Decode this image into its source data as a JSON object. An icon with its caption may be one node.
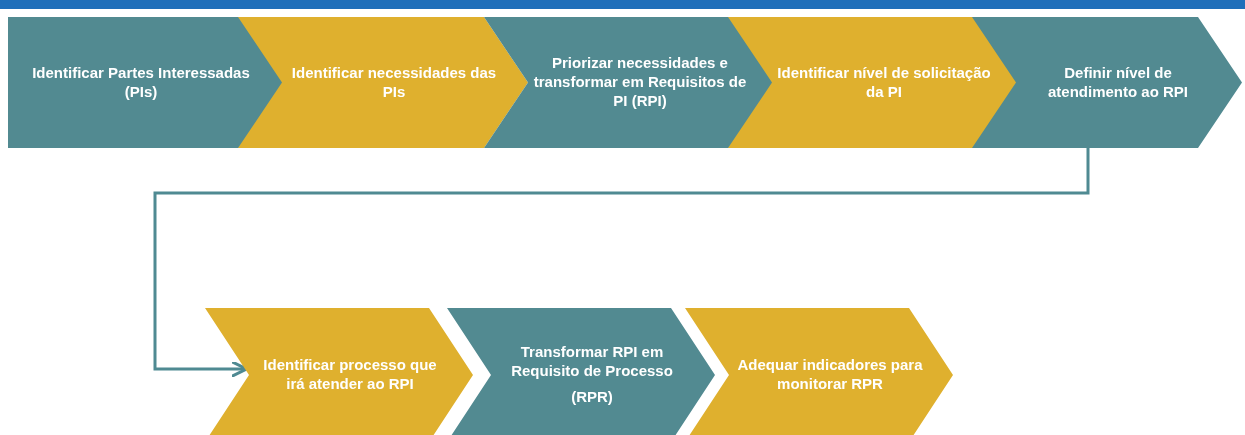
{
  "diagram": {
    "nodes": [
      {
        "text": [
          "Identificar Partes Interessadas (PIs)"
        ]
      },
      {
        "text": [
          "Identificar necessidades das PIs"
        ]
      },
      {
        "text": [
          "Priorizar necessidades e transformar em Requisitos de PI (RPI)"
        ]
      },
      {
        "text": [
          "Identificar nível de solicitação da PI"
        ]
      },
      {
        "text": [
          "Definir nível de atendimento ao RPI"
        ]
      },
      {
        "text": [
          "Identificar processo que irá atender ao RPI"
        ]
      },
      {
        "text": [
          "Transformar RPI em Requisito de Processo",
          "(RPR)"
        ]
      },
      {
        "text": [
          "Adequar indicadores para monitorar RPR"
        ]
      }
    ],
    "edges": [
      {
        "from": 4,
        "to": 5,
        "arrow": "to"
      }
    ]
  }
}
